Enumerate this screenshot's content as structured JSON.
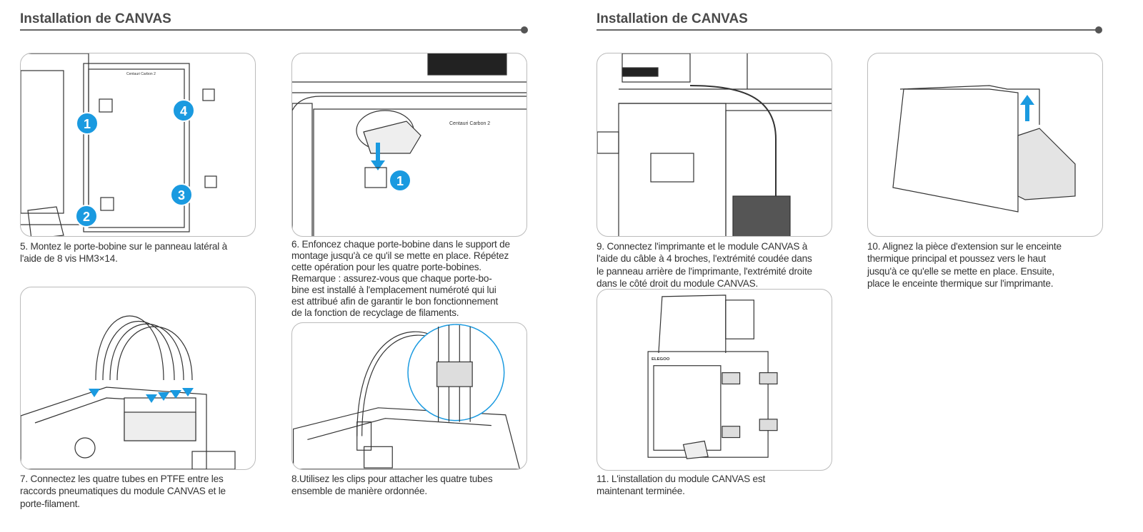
{
  "pages": [
    {
      "title": "Installation de CANVAS"
    },
    {
      "title": "Installation de CANVAS"
    }
  ],
  "accent_color": "#1a9ae0",
  "steps": {
    "s5": {
      "lines": [
        "5. Montez le porte-bobine sur le panneau latéral à",
        "l'aide de 8 vis HM3×14."
      ],
      "badges": [
        "1",
        "2",
        "3",
        "4"
      ],
      "label": "Centauri Carbon 2"
    },
    "s6": {
      "lines": [
        "6. Enfoncez chaque porte-bobine dans le support de",
        "montage jusqu'à ce qu'il se mette en place. Répétez",
        "cette opération pour les quatre porte-bobines.",
        "Remarque : assurez-vous que chaque porte-bo-",
        "bine est installé à l'emplacement numéroté qui lui",
        "est attribué afin de garantir le bon fonctionnement",
        "de la fonction de recyclage de filaments."
      ],
      "badges": [
        "1"
      ],
      "label": "Centauri Carbon 2"
    },
    "s7": {
      "lines": [
        "7. Connectez les quatre tubes en PTFE entre les",
        "raccords pneumatiques du module CANVAS et le",
        "porte-filament."
      ]
    },
    "s8": {
      "lines": [
        "8.Utilisez les clips pour attacher les quatre tubes",
        "ensemble de manière ordonnée."
      ]
    },
    "s9": {
      "lines": [
        "9. Connectez l'imprimante et le module CANVAS à",
        "l'aide du câble à 4 broches, l'extrémité coudée dans",
        "le panneau arrière de l'imprimante, l'extrémité droite",
        "dans le côté droit du module CANVAS."
      ]
    },
    "s10": {
      "lines": [
        "10. Alignez la pièce d'extension sur le enceinte",
        "thermique principal et poussez vers le haut",
        "jusqu'à ce qu'elle se mette en place. Ensuite,",
        "place le enceinte thermique sur l'imprimante."
      ]
    },
    "s11": {
      "lines": [
        "11. L'installation du module CANVAS est",
        "maintenant terminée."
      ],
      "label": "ELEGOO"
    }
  }
}
